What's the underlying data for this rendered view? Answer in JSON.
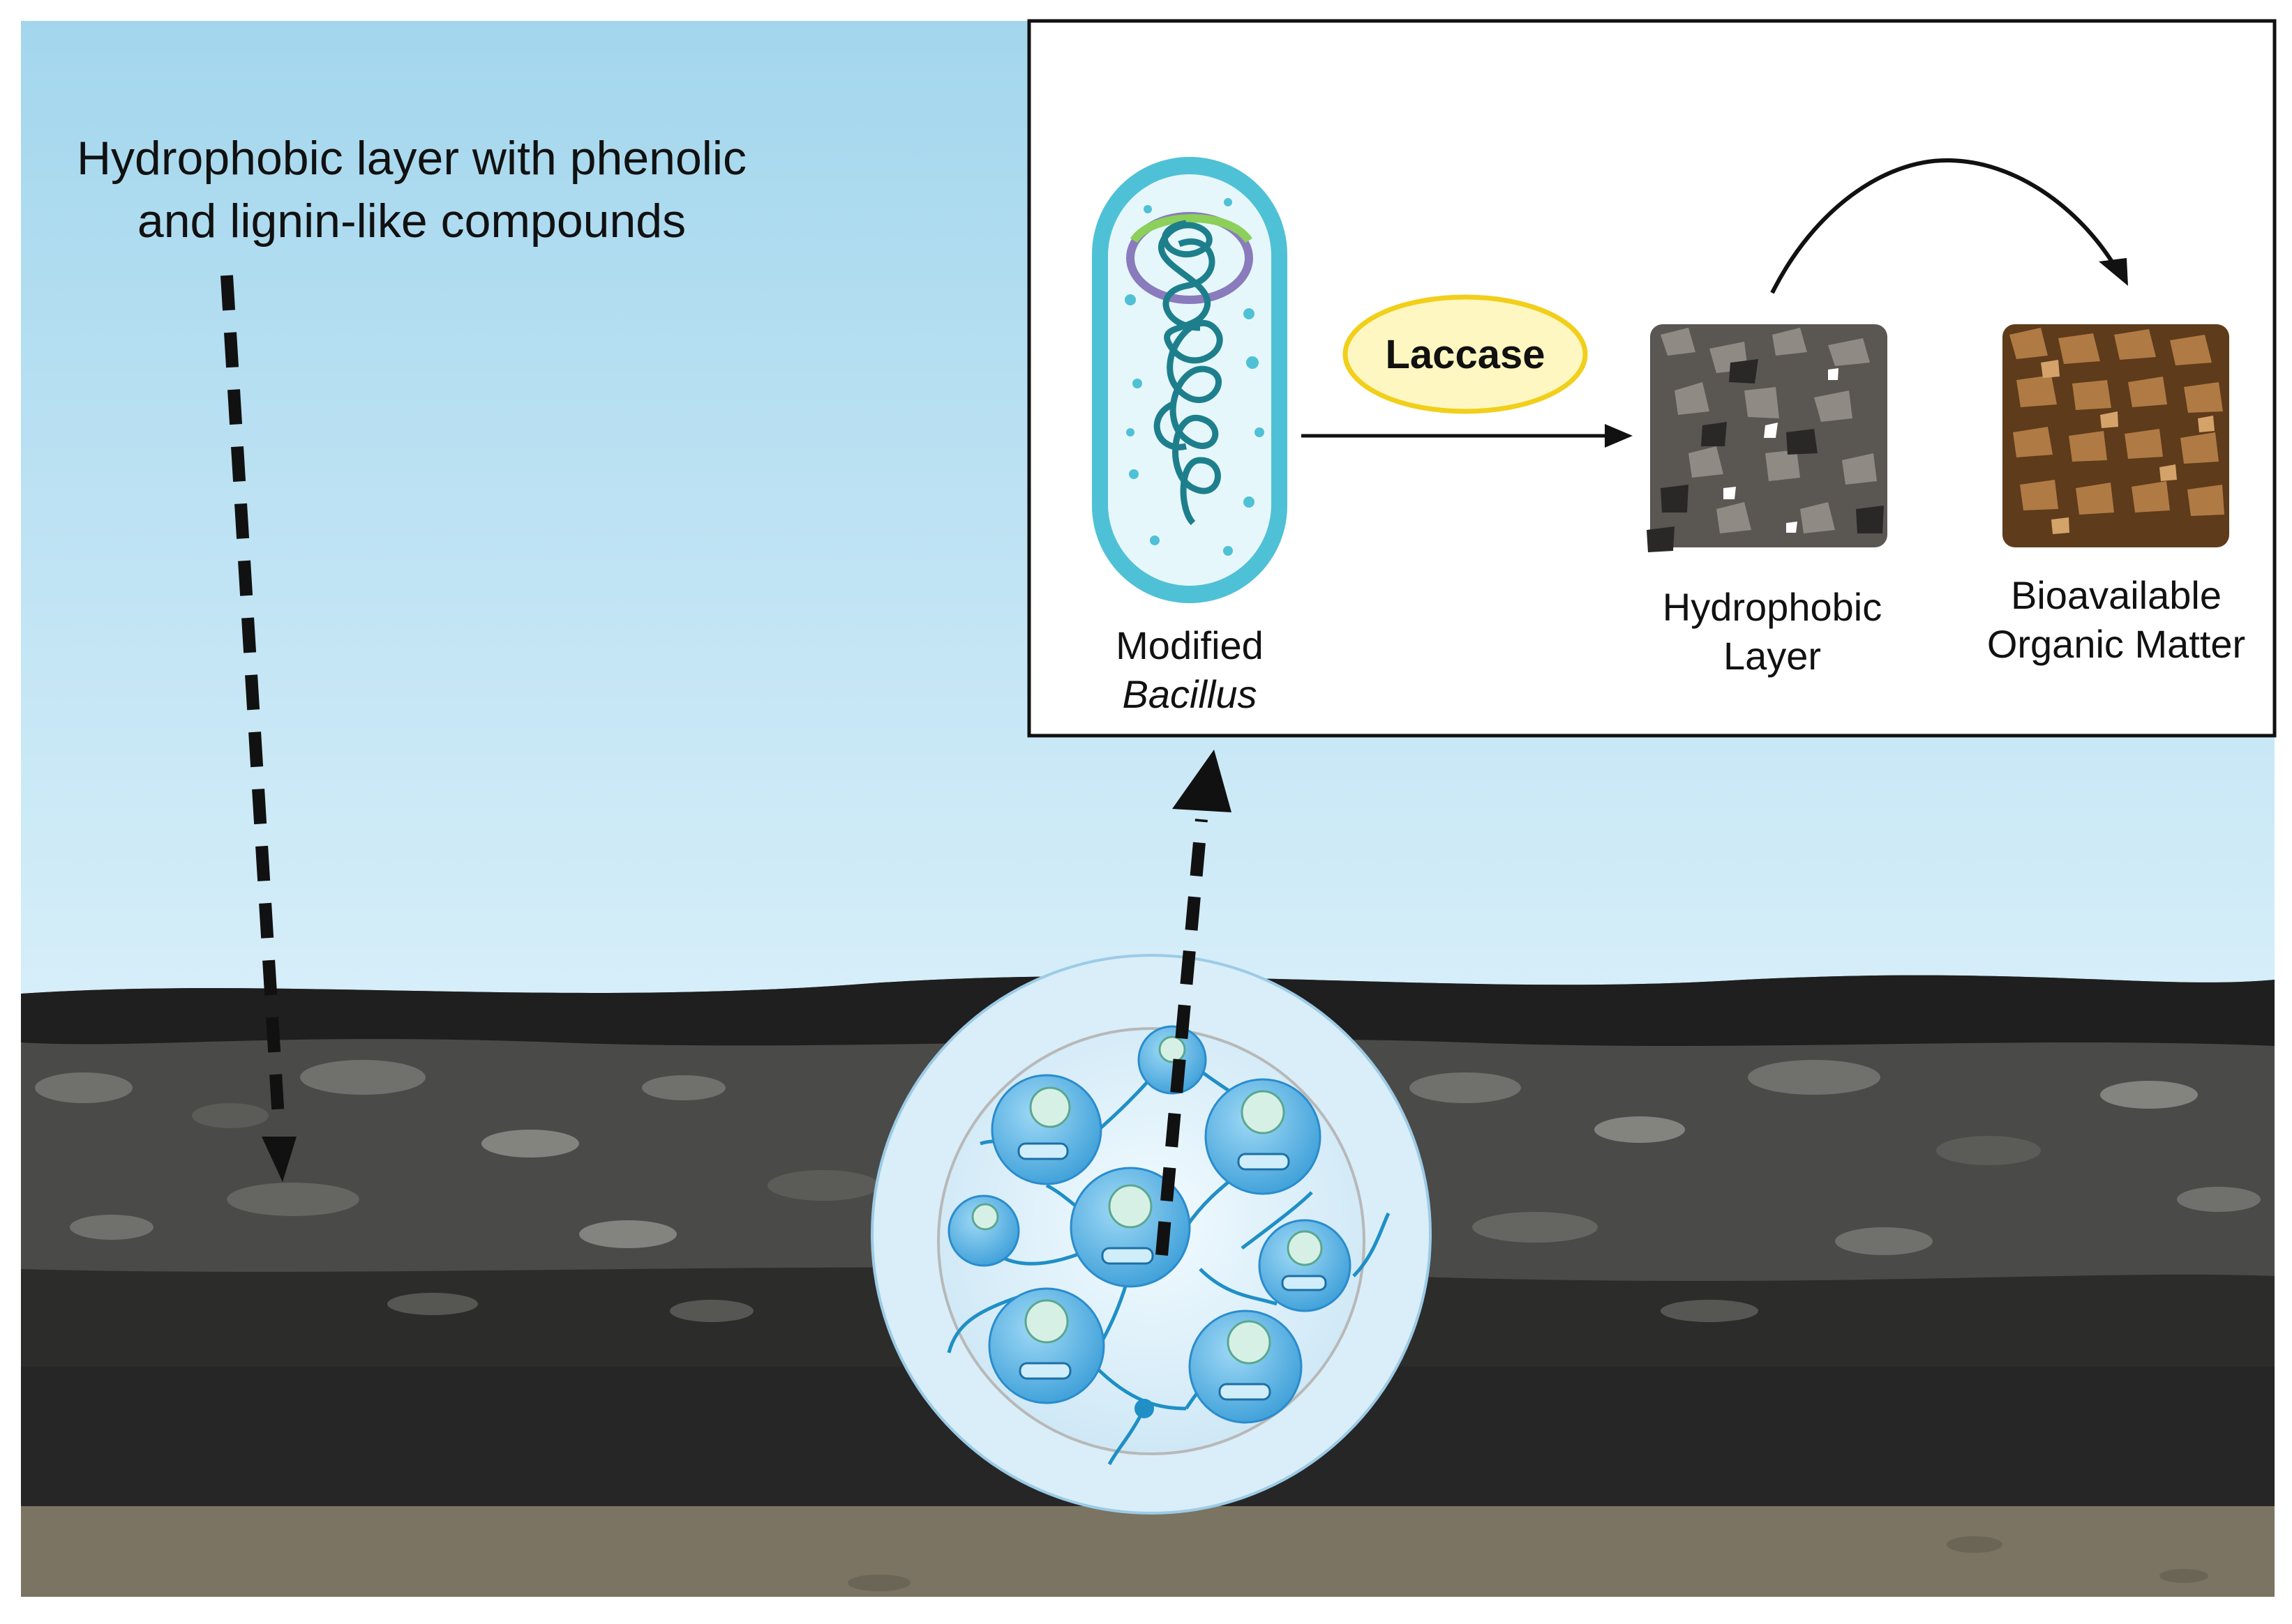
{
  "soil_annotation": {
    "line1": "Hydrophobic layer with phenolic",
    "line2": "and lignin-like compounds"
  },
  "inset": {
    "enzyme_label": "Laccase",
    "bacterium_label_line1": "Modified",
    "bacterium_label_line2": "Bacillus",
    "hydrophobic_label_line1": "Hydrophobic",
    "hydrophobic_label_line2": "Layer",
    "product_label_line1": "Bioavailable",
    "product_label_line2": "Organic Matter"
  },
  "colors": {
    "sky_top": "#a6d8ee",
    "sky_bottom": "#d3ecf8",
    "soil_dark": "#262626",
    "soil_mid": "#4a4a48",
    "subsoil": "#7b7462",
    "bacterium_cyan": "#4fc1d6",
    "dna_teal": "#1e7f8c",
    "laccase_fill": "#fff7c2",
    "laccase_border": "#f1cf1a",
    "organic_brown": "#8a5a2b",
    "capsule_blue": "#5ab4e6"
  }
}
